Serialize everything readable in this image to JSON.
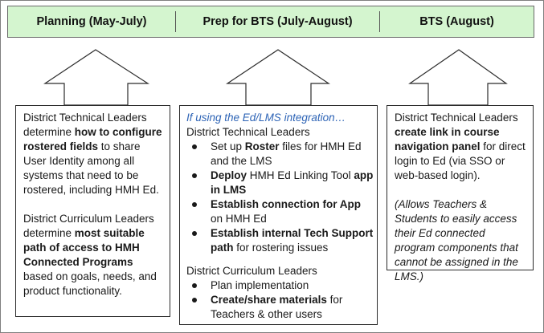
{
  "phases": [
    "Planning (May-July)",
    "Prep for BTS (July-August)",
    "BTS (August)"
  ],
  "colors": {
    "bar_fill": "#d4f5cf",
    "integration_note": "#2e64b6"
  },
  "planning": {
    "p1_a": "District Technical Leaders determine ",
    "p1_b": "how to configure rostered fields",
    "p1_c": " to share User Identity among all systems that need to be rostered, including HMH Ed.",
    "p2_a": "District Curriculum Leaders determine ",
    "p2_b": "most suitable path of access to HMH Connected Programs",
    "p2_c": " based on goals, needs, and product functionality."
  },
  "prep": {
    "lead": "If using the Ed/LMS integration…",
    "tech_heading": "District Technical Leaders",
    "tech_items": [
      {
        "a": "Set up ",
        "b": "Roster",
        "c": " files for HMH Ed and the LMS"
      },
      {
        "a": "",
        "b": "Deploy",
        "c": " HMH Ed Linking Tool ",
        "d": "app in LMS"
      },
      {
        "a": "",
        "b": "Establish connection for App",
        "c": " on HMH Ed"
      },
      {
        "a": "",
        "b": "Establish internal Tech Support path",
        "c": " for rostering issues"
      }
    ],
    "curr_heading": "District Curriculum Leaders",
    "curr_items": [
      {
        "a": "Plan implementation",
        "b": "",
        "c": ""
      },
      {
        "a": "",
        "b": "Create/share materials",
        "c": " for Teachers & other users"
      }
    ]
  },
  "bts": {
    "p1_a": "District Technical Leaders ",
    "p1_b": "create link in course navigation panel",
    "p1_c": " for direct login to Ed (via SSO or web-based login).",
    "note": "(Allows Teachers & Students to easily access their Ed connected program components that cannot be assigned in the LMS.)"
  }
}
